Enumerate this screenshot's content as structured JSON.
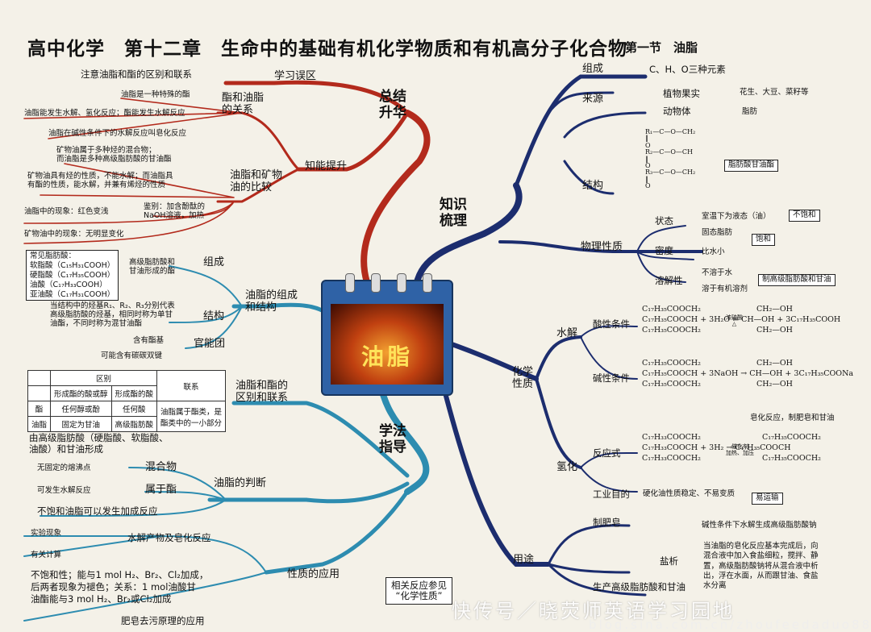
{
  "colors": {
    "red": "#b32a1c",
    "blue": "#1c2d6e",
    "teal": "#2d8cb0",
    "center": "#2f62a6"
  },
  "header": {
    "title": "高中化学　第十二章　生命中的基础有机化学物质和有机高分子化合物",
    "section": "第一节　油脂"
  },
  "center_label": "油脂",
  "summary": {
    "label": "总结\n升华",
    "mistakes": {
      "label": "学习误区",
      "item": "注意油脂和酯的区别和联系"
    },
    "ester_relation": {
      "label": "酯和油脂\n的关系",
      "items": [
        "油脂是一种特殊的酯",
        "油脂能发生水解、氢化反应；酯能发生水解反应",
        "油脂在碱性条件下的水解反应叫皂化反应"
      ]
    },
    "ability": "知能提升",
    "oil_mineral": {
      "label": "油脂和矿物\n油的比较",
      "items": [
        "矿物油属于多种烃的混合物；\n而油脂是多种高级脂肪酸的甘油酯",
        "矿物油具有烃的性质，不能水解；而油脂具\n有酯的性质，能水解，并兼有烯烃的性质"
      ],
      "test": "鉴别：加含酚酞的\nNaOH溶液，加热",
      "oil_phen": "油脂中的现象：红色变浅",
      "min_phen": "矿物油中的现象：无明显变化"
    }
  },
  "knowledge": {
    "label": "知识\n梳理",
    "composition": {
      "label": "组成",
      "value": "C、H、O三种元素"
    },
    "source": {
      "label": "来源",
      "plant": "植物果实",
      "plant_ex": "花生、大豆、菜籽等",
      "animal": "动物体",
      "animal_ex": "脂肪"
    },
    "structure": {
      "label": "结构",
      "formula": "R₁—C—O—CH₂\n      ‖\n      O\nR₂—C—O—CH\n      ‖\n      O\nR₃—C—O—CH₂\n      ‖\n      O",
      "tag": "脂肪酸甘油酯"
    },
    "physical": {
      "label": "物理性质",
      "state": "状态",
      "state_room": "室温下为液态（油）",
      "unsat": "不饱和",
      "state_solid": "固态脂肪",
      "sat": "饱和",
      "density": "密度",
      "density_val": "比水小",
      "solubility": "溶解性",
      "sol_water": "不溶于水",
      "sol_org": "溶于有机溶剂",
      "prep": "制高级脂肪酸和甘油"
    },
    "chemical": {
      "label": "化学\n性质",
      "hydrolysis": "水解",
      "acid": "酸性条件",
      "acid_eq": "C₁₇H₃₅COOCH₂\nC₁₇H₃₅COOCH + 3H₂O ⇌ CH—OH + 3C₁₇H₃₅COOH\nC₁₇H₃₅COOCH₂",
      "acid_cond": "浓硫酸\n△",
      "acid_glyc": "CH₂—OH\n\nCH₂—OH",
      "base": "碱性条件",
      "base_eq": "C₁₇H₃₅COOCH₂\nC₁₇H₃₅COOCH + 3NaOH → CH—OH + 3C₁₇H₃₅COONa\nC₁₇H₃₅COOCH₂",
      "base_glyc": "CH₂—OH\n\nCH₂—OH",
      "saponify": "皂化反应，制肥皂和甘油",
      "hydrogenation": "氢化",
      "reaction": "反应式",
      "h_eq": "C₁₇H₃₃COOCH₂\nC₁₇H₃₃COOCH + 3H₂ → C₁₇H₃₅COOCH\nC₁₇H₃₃COOCH₂",
      "h_cond": "催化剂\n加热、加压",
      "h_prod": "C₁₇H₃₅COOCH₂\n\nC₁₇H₃₅COOCH₂",
      "purpose": "工业目的",
      "purpose_val": "硬化油性质稳定、不易变质",
      "transport": "易运输"
    },
    "uses": {
      "label": "用途",
      "soap": "制肥皂",
      "soap_desc": "碱性条件下水解生成高级脂肪酸钠",
      "salting": "盐析",
      "salting_desc": "当油脂的皂化反应基本完成后，向\n混合液中加入食盐细粒，搅拌、静\n置，高级脂肪酸钠将从混合液中析\n出，浮在水面，从而跟甘油、食盐\n水分离",
      "produce": "生产高级脂肪酸和甘油"
    },
    "see_also": "相关反应参见\n“化学性质”"
  },
  "method": {
    "label": "学法\n指导",
    "comp_struct": {
      "label": "油脂的组成\n和结构",
      "composition": "组成",
      "common": "常见脂肪酸：\n软脂酸（C₁₅H₃₁COOH）\n硬脂酸（C₁₇H₃₅COOH）\n油酸（C₁₇H₃₃COOH）\n亚油酸（C₁₇H₃₁COOH）",
      "comp_desc": "高级脂肪酸和\n甘油形成的酯",
      "structure": "结构",
      "struct_desc": "当结构中的烃基R₁、R₂、R₃分别代表\n高级脂肪酸的烃基，相同时称为单甘\n油酯，不同时称为混甘油酯",
      "functional": "官能团",
      "fg1": "含有酯基",
      "fg2": "可能含有碳碳双键"
    },
    "oil_ester": {
      "label": "油脂和酯的\n区别和联系",
      "table": {
        "diff": "区别",
        "link": "联系",
        "h1": "形成酯的酸或醇",
        "h2": "形成酯的酸",
        "r1": [
          "酯",
          "任何醇或酚",
          "任何酸"
        ],
        "r2": [
          "油脂",
          "固定为甘油",
          "高级脂肪酸"
        ],
        "link_val": "油脂属于酯类，是\n酯类中的一小部分"
      },
      "note": "由高级脂肪酸（硬脂酸、软脂酸、\n油酸）和甘油形成"
    },
    "judge": {
      "label": "油脂的判断",
      "mixture": "混合物",
      "mixture_desc": "无固定的熔沸点",
      "ester": "属于酯",
      "ester_desc": "可发生水解反应",
      "unsat": "不饱和油脂可以发生加成反应"
    },
    "app": {
      "label": "性质的应用",
      "hydro": "水解产物及皂化反应",
      "exp": "实验现象",
      "calc": "有关计算",
      "unsat_txt": "不饱和性；能与1 mol H₂、Br₂、Cl₂加成，\n后两者现象为褪色；关系：1 mol油酸甘\n油酯能与3 mol H₂、Br₂或Cl₂加成",
      "clean": "肥皂去污原理的应用"
    }
  },
  "watermark": "快传号／晓荧师英语学习园地",
  "watermark_url": "blog.sina.com.cn/zhoufeedaduo888"
}
